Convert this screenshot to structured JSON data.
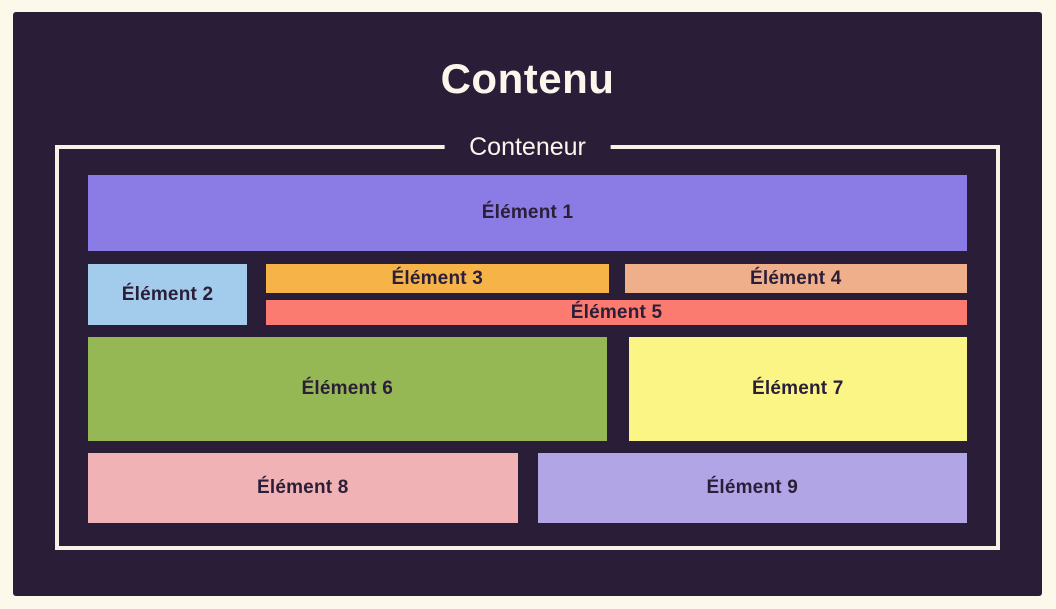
{
  "colors": {
    "page_bg": "#FCF8EA",
    "panel_bg": "#291D37",
    "border": "#F7F2E6",
    "title_text": "#FBF6EC",
    "item_text": "#2A1E38"
  },
  "content": {
    "title": "Contenu"
  },
  "container": {
    "legend": "Conteneur",
    "items": [
      {
        "label": "Élément 1",
        "color": "#8B7BE4"
      },
      {
        "label": "Élément 2",
        "color": "#A3CBEC"
      },
      {
        "label": "Élément 3",
        "color": "#F5B348"
      },
      {
        "label": "Élément 4",
        "color": "#EFAF8A"
      },
      {
        "label": "Élément 5",
        "color": "#FB7B70"
      },
      {
        "label": "Élément 6",
        "color": "#96B854"
      },
      {
        "label": "Élément 7",
        "color": "#FAF584"
      },
      {
        "label": "Élément 8",
        "color": "#F0B2B4"
      },
      {
        "label": "Élément 9",
        "color": "#B2A5E6"
      }
    ]
  }
}
